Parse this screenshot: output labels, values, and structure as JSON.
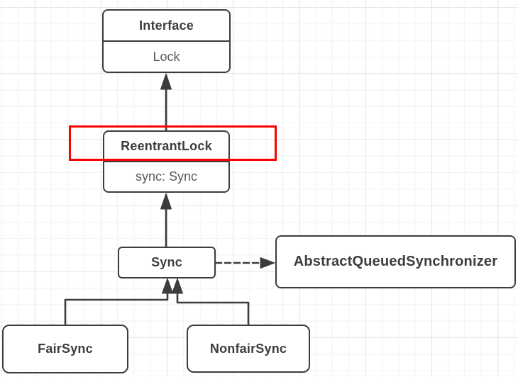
{
  "colors": {
    "stroke": "#3c3c3c",
    "title-text": "#3d3d3d",
    "attr-text": "#595959",
    "highlight": "#fb0000",
    "grid-minor": "#f2f2f2",
    "grid-major": "#e7e7e7",
    "node-fill": "#ffffff"
  },
  "nodes": {
    "interface": {
      "title": "Interface",
      "attribute": "Lock"
    },
    "reentrantlock": {
      "title": "ReentrantLock",
      "attribute": "sync: Sync"
    },
    "sync": {
      "title": "Sync"
    },
    "aqs": {
      "title": "AbstractQueuedSynchronizer"
    },
    "fairsync": {
      "title": "FairSync"
    },
    "nonfairsync": {
      "title": "NonfairSync"
    }
  }
}
